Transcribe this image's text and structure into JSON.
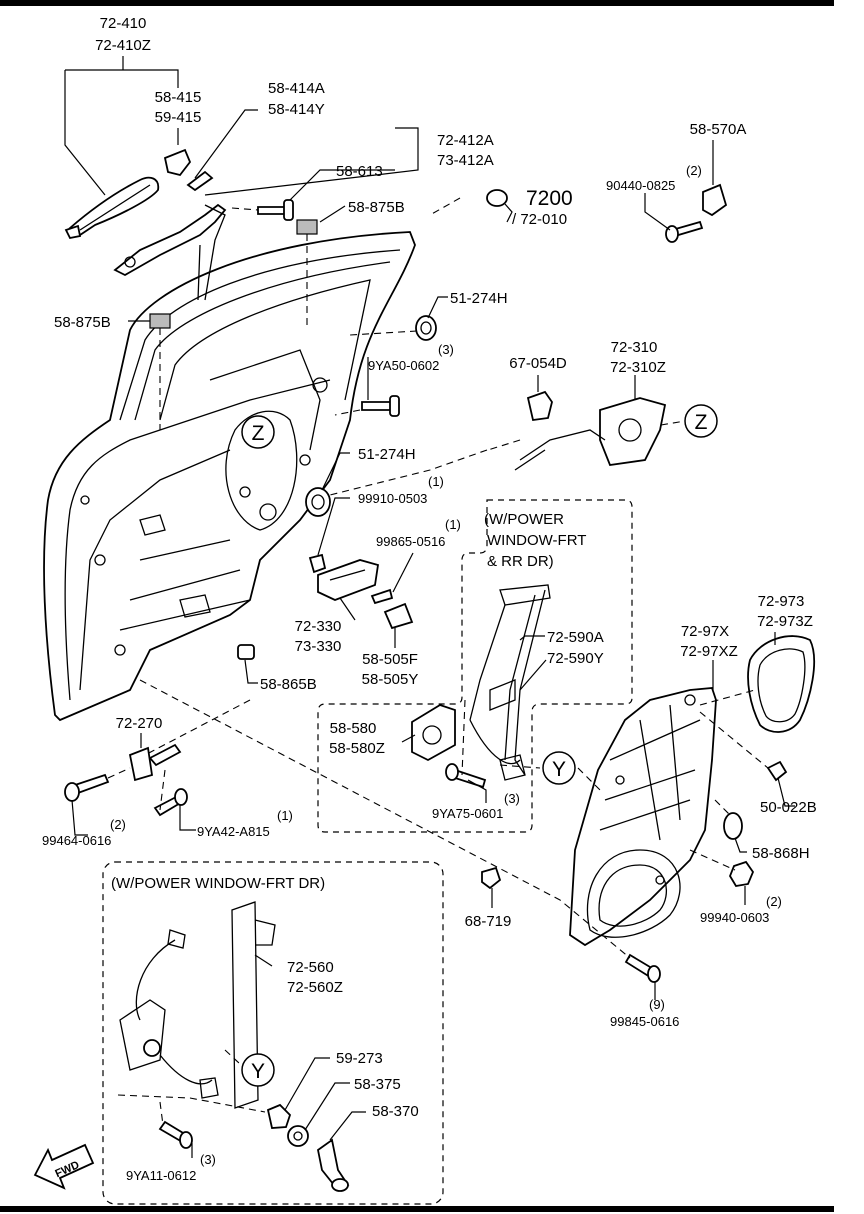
{
  "labels": {
    "p72_410": "72-410",
    "p72_410z": "72-410Z",
    "p58_415": "58-415",
    "p59_415": "59-415",
    "p58_414a": "58-414A",
    "p58_414y": "58-414Y",
    "p72_412a": "72-412A",
    "p73_412a": "73-412A",
    "p58_613": "58-613",
    "p58_875b_top": "58-875B",
    "p7200": "7200",
    "p72_010": "/ 72-010",
    "p58_570a": "58-570A",
    "q90440": "(2)",
    "p90440": "90440-0825",
    "p58_875b_left": "58-875B",
    "p51_274h_a": "51-274H",
    "q9ya50": "(3)",
    "p9ya50": "9YA50-0602",
    "p67_054d": "67-054D",
    "p72_310": "72-310",
    "p72_310z": "72-310Z",
    "p51_274h_b": "51-274H",
    "q99910": "(1)",
    "p99910": "99910-0503",
    "box1_title_1": "(W/POWER",
    "box1_title_2": "WINDOW-FRT",
    "box1_title_3": "& RR DR)",
    "q99865": "(1)",
    "p99865": "99865-0516",
    "p72_330": "72-330",
    "p73_330": "73-330",
    "p58_505f": "58-505F",
    "p58_505y": "58-505Y",
    "p72_590a": "72-590A",
    "p72_590y": "72-590Y",
    "p72_973": "72-973",
    "p72_973z": "72-973Z",
    "p72_97x": "72-97X",
    "p72_97xz": "72-97XZ",
    "p58_865b": "58-865B",
    "p72_270": "72-270",
    "p58_580": "58-580",
    "p58_580z": "58-580Z",
    "q9ya75": "(3)",
    "p9ya75": "9YA75-0601",
    "q99464": "(2)",
    "p99464": "99464-0616",
    "q9ya42": "(1)",
    "p9ya42": "9YA42-A815",
    "p50_022b": "50-022B",
    "p58_868h": "58-868H",
    "q99940": "(2)",
    "p99940": "99940-0603",
    "box2_title": "(W/POWER WINDOW-FRT DR)",
    "p68_719": "68-719",
    "p72_560": "72-560",
    "p72_560z": "72-560Z",
    "q99845": "(9)",
    "p99845": "99845-0616",
    "p59_273": "59-273",
    "p58_375": "58-375",
    "p58_370": "58-370",
    "q9ya11": "(3)",
    "p9ya11": "9YA11-0612",
    "fwd": "FWD"
  },
  "callouts": {
    "z1": "Z",
    "z2": "Z",
    "y1": "Y",
    "y2": "Y"
  }
}
